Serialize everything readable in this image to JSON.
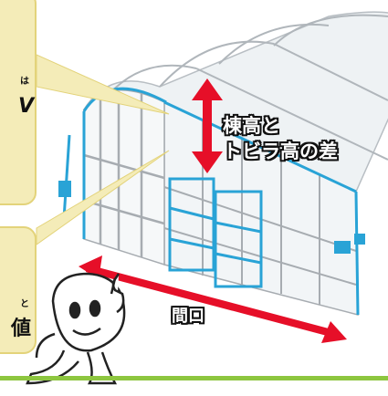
{
  "labels": {
    "height_diff_line1": "棟高と",
    "height_diff_line2": "トビラ高の差",
    "span": "間口"
  },
  "callouts": {
    "top_fragment_1": "は",
    "top_fragment_2": "V",
    "bottom_fragment_1": "と",
    "bottom_fragment_2": "値"
  },
  "colors": {
    "callout_fill": "#f4ecb8",
    "arrow_red": "#e60f28",
    "frame_blue": "#29a3d6",
    "frame_gray": "#a7acb1",
    "ground_green": "#8dc63f"
  },
  "icons": {
    "mascot": "pointing-mascot-icon"
  }
}
